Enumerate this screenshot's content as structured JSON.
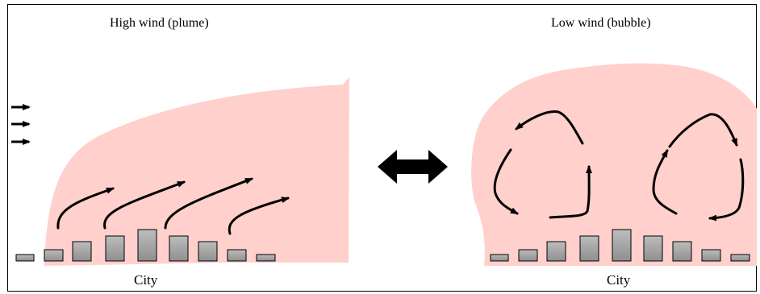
{
  "panels": {
    "left": {
      "title": "High wind (plume)",
      "city_label": "City"
    },
    "right": {
      "title": "Low wind (bubble)",
      "city_label": "City"
    }
  },
  "colors": {
    "plume_fill": "#ffd0cc",
    "building_fill": "#a9a9a9",
    "building_stroke": "#000000",
    "arrow": "#000000"
  },
  "icons": {
    "wind_arrows": "right-arrow-icon",
    "comparison": "double-headed-arrow-icon",
    "circulation": "curved-arrow-icon"
  }
}
